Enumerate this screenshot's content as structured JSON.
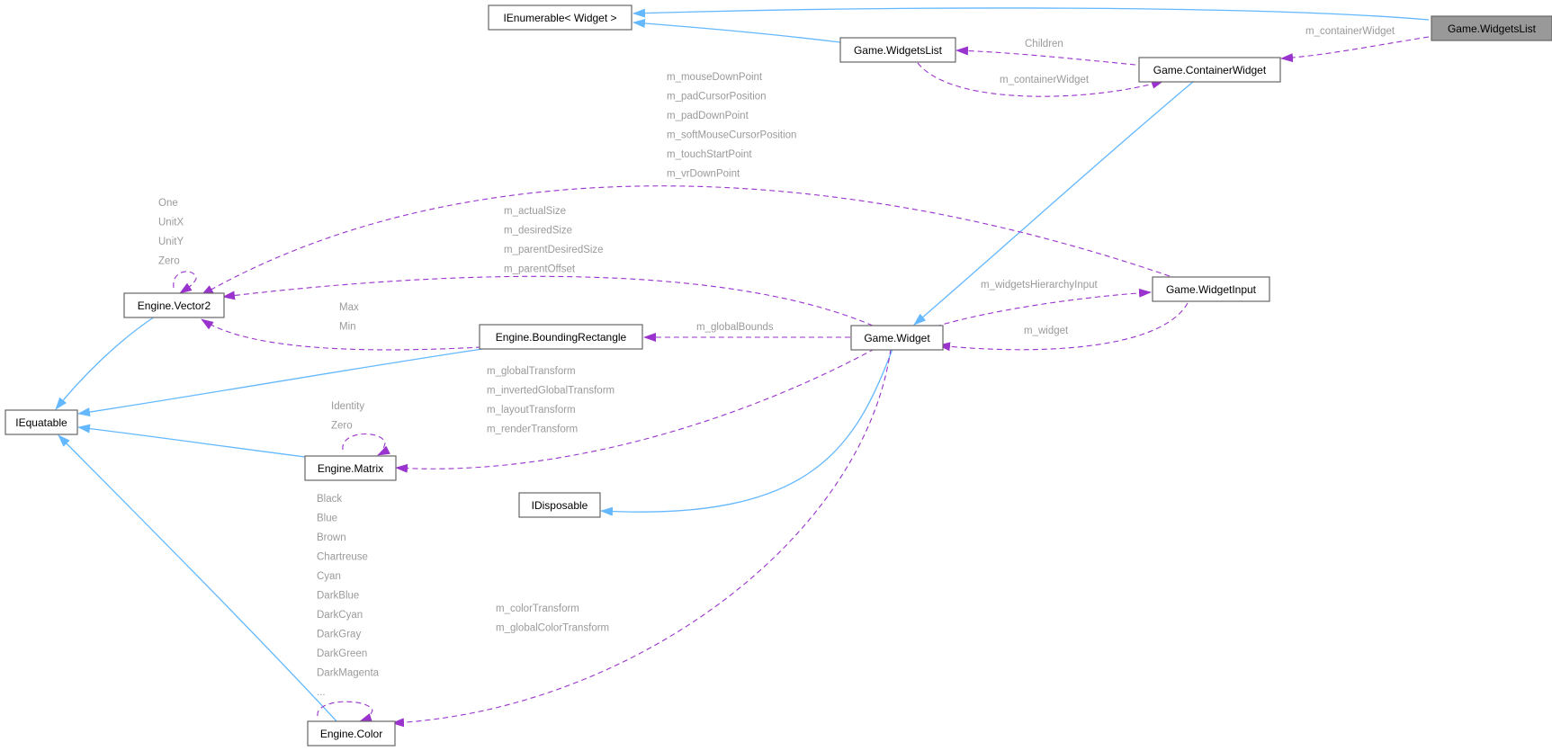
{
  "nodes": {
    "ienumerable": "IEnumerable< Widget >",
    "widgets_list_focus": "Game.WidgetsList",
    "widgets_list": "Game.WidgetsList",
    "container_widget": "Game.ContainerWidget",
    "vector2": "Engine.Vector2",
    "widget_input": "Game.WidgetInput",
    "bounding_rect": "Engine.BoundingRectangle",
    "widget": "Game.Widget",
    "iequatable": "IEquatable",
    "matrix": "Engine.Matrix",
    "idisposable": "IDisposable",
    "color": "Engine.Color"
  },
  "labels": {
    "focus_container": [
      "m_containerWidget"
    ],
    "children": [
      "Children"
    ],
    "list_container": [
      "m_containerWidget"
    ],
    "widget_input_points": [
      "m_mouseDownPoint",
      "m_padCursorPosition",
      "m_padDownPoint",
      "m_softMouseCursorPosition",
      "m_touchStartPoint",
      "m_vrDownPoint"
    ],
    "vector2_self": [
      "One",
      "UnitX",
      "UnitY",
      "Zero"
    ],
    "widget_sizes": [
      "m_actualSize",
      "m_desiredSize",
      "m_parentDesiredSize",
      "m_parentOffset"
    ],
    "hierarchy_input": [
      "m_widgetsHierarchyInput"
    ],
    "m_widget": [
      "m_widget"
    ],
    "bounds_minmax": [
      "Max",
      "Min"
    ],
    "global_bounds": [
      "m_globalBounds"
    ],
    "transforms": [
      "m_globalTransform",
      "m_invertedGlobalTransform",
      "m_layoutTransform",
      "m_renderTransform"
    ],
    "matrix_self": [
      "Identity",
      "Zero"
    ],
    "color_self": [
      "Black",
      "Blue",
      "Brown",
      "Chartreuse",
      "Cyan",
      "DarkBlue",
      "DarkCyan",
      "DarkGray",
      "DarkGreen",
      "DarkMagenta",
      "..."
    ],
    "color_transforms": [
      "m_colorTransform",
      "m_globalColorTransform"
    ]
  },
  "colors": {
    "inheritance_edge": "#63b8ff",
    "member_edge": "#9a32cd",
    "label_text": "#9a9a9a",
    "focus_node_fill": "#999999"
  }
}
